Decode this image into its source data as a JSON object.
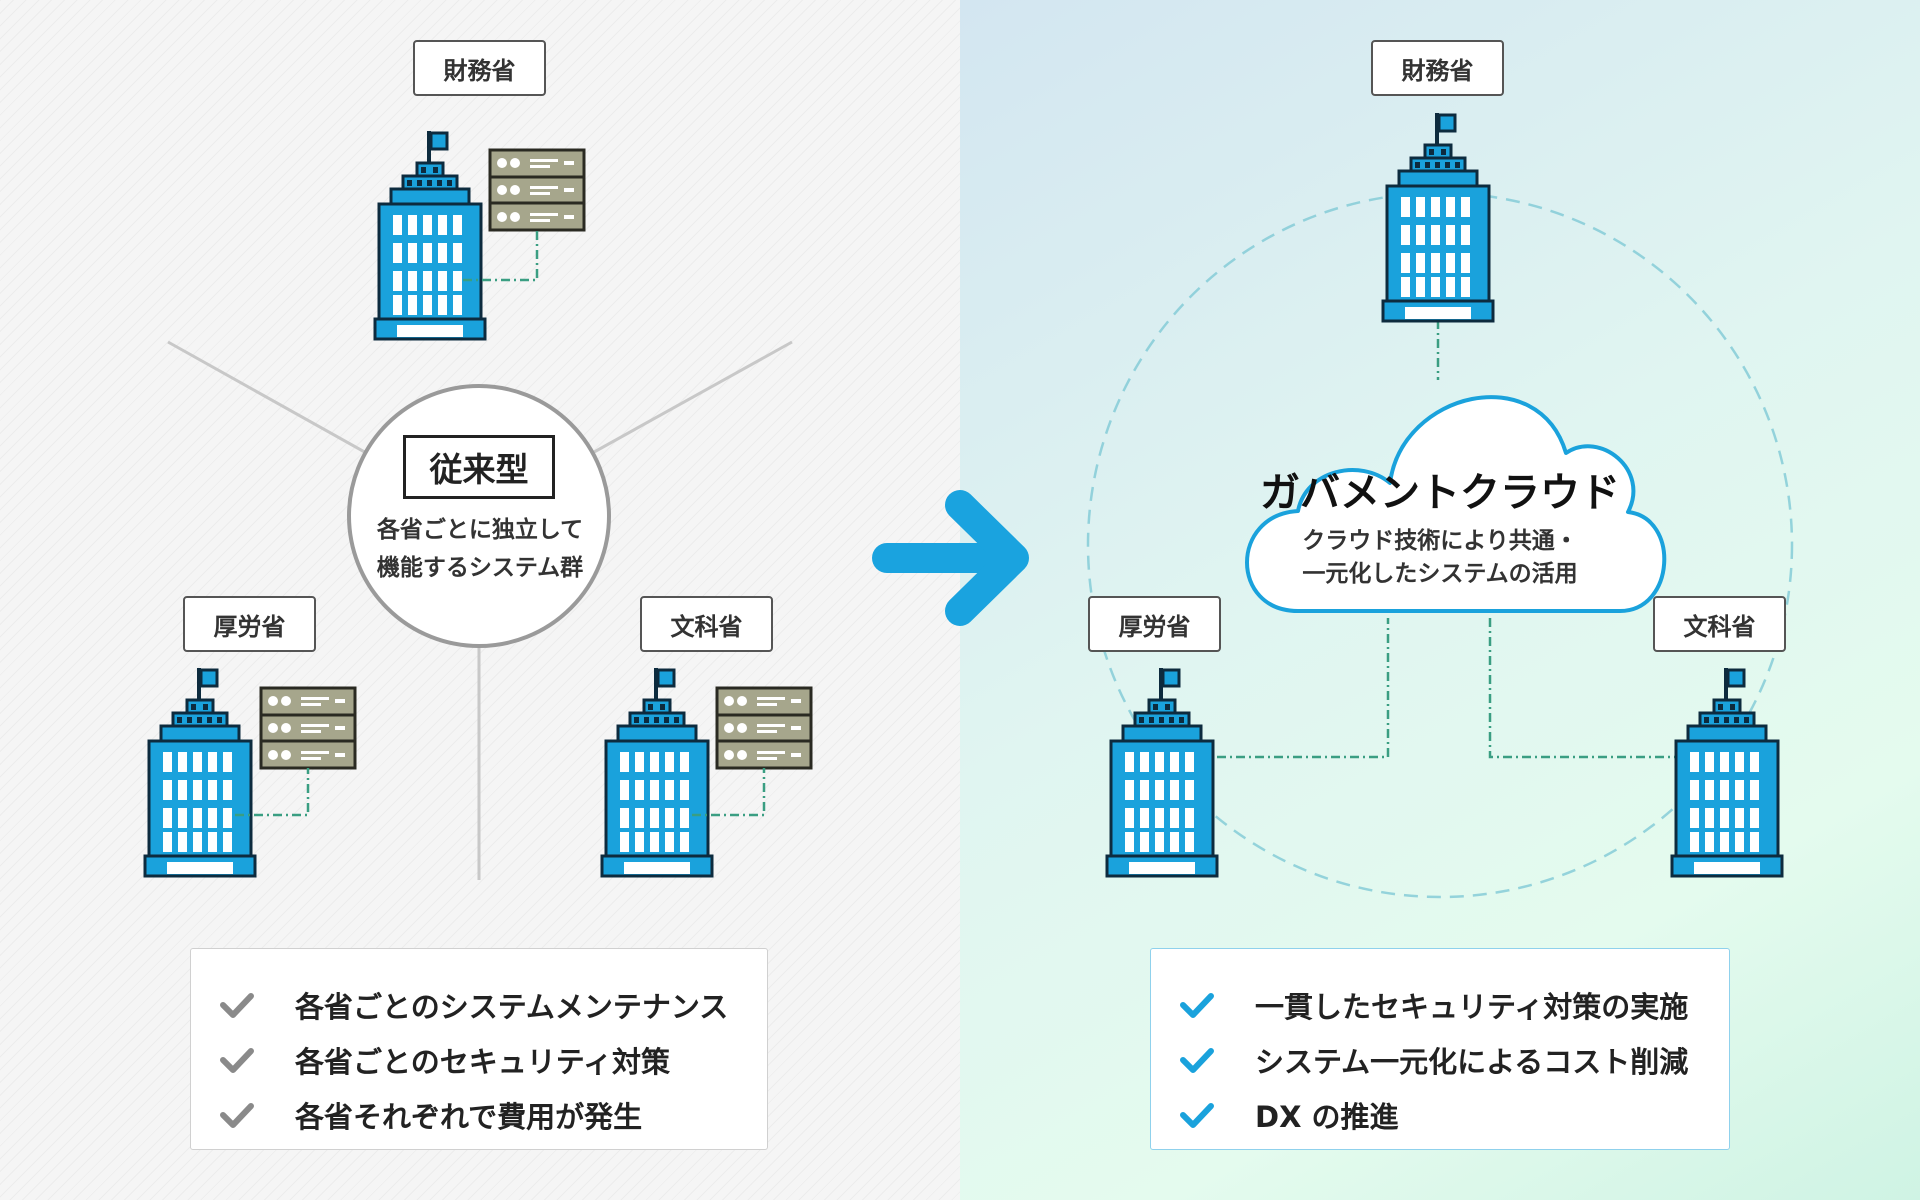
{
  "before": {
    "center_title": "従来型",
    "center_desc_line1": "各省ごとに独立して",
    "center_desc_line2": "機能するシステム群",
    "ministries": {
      "top": "財務省",
      "left": "厚労省",
      "right": "文科省"
    },
    "points": [
      "各省ごとのシステムメンテナンス",
      "各省ごとのセキュリティ対策",
      "各省それぞれで費用が発生"
    ]
  },
  "after": {
    "cloud_title": "ガバメントクラウド",
    "cloud_desc_line1": "クラウド技術により共通・",
    "cloud_desc_line2": "一元化したシステムの活用",
    "ministries": {
      "top": "財務省",
      "left": "厚労省",
      "right": "文科省"
    },
    "points": [
      "一貫したセキュリティ対策の実施",
      "システム一元化によるコスト削減",
      "DX の推進"
    ]
  },
  "colors": {
    "building": "#1aa2dc",
    "building_outline": "#0d2b3e",
    "server": "#a6a68c",
    "connector": "#3a9e82",
    "arrow": "#1aa3df",
    "check_before": "#8a8a8a",
    "check_after": "#1aa2dc"
  }
}
